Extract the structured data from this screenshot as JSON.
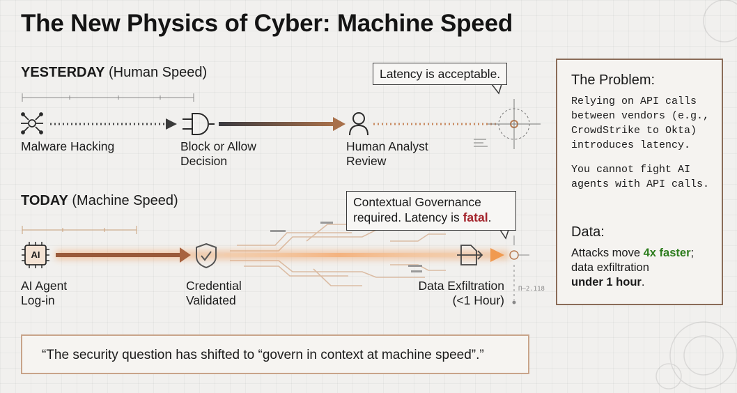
{
  "title": "The New Physics of Cyber: Machine Speed",
  "yesterday": {
    "heading_bold": "YESTERDAY",
    "heading_rest": "(Human Speed)",
    "callout": "Latency is acceptable.",
    "steps": [
      {
        "line1": "Malware Hacking",
        "line2": "",
        "icon": "circuit-bug-icon"
      },
      {
        "line1": "Block or Allow",
        "line2": "Decision",
        "icon": "plug-icon"
      },
      {
        "line1": "Human Analyst",
        "line2": "Review",
        "icon": "person-icon"
      }
    ]
  },
  "today": {
    "heading_bold": "TODAY",
    "heading_rest": "(Machine Speed)",
    "callout_line1": "Contextual Governance",
    "callout_line2_prefix": "required. Latency is ",
    "callout_emphasis": "fatal",
    "callout_suffix": ".",
    "chip_label": "AI",
    "steps": [
      {
        "line1": "AI Agent",
        "line2": "Log-in",
        "icon": "ai-chip-icon"
      },
      {
        "line1": "Credential",
        "line2": "Validated",
        "icon": "shield-check-icon"
      },
      {
        "line1": "Data Exfiltration",
        "line2": "(<1 Hour)",
        "icon": "exfiltration-icon"
      }
    ],
    "tick_label": "Π–2.118"
  },
  "problem": {
    "title": "The Problem:",
    "body1": [
      "Relying on API calls",
      "between vendors (e.g.,",
      "CrowdStrike to Okta)",
      "introduces latency."
    ],
    "body2": [
      "You cannot fight AI",
      "agents with API calls."
    ]
  },
  "data_panel": {
    "title": "Data:",
    "line1_prefix": "Attacks move ",
    "line1_emphasis": "4x faster",
    "line1_suffix": ";",
    "line2": "data exfiltration",
    "line3_bold": "under 1 hour",
    "line3_suffix": "."
  },
  "quote": "“The security question has shifted to “govern in context at machine speed”.”",
  "colors": {
    "accent_orange": "#e08a4a",
    "fatal_red": "#a3222a",
    "green": "#2e7d1e",
    "panel_border": "#8a6c58"
  }
}
